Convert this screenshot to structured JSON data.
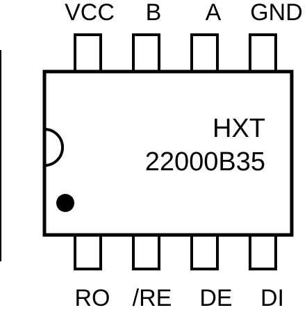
{
  "chip": {
    "marking_line1": "HXT",
    "marking_line2": "22000B35"
  },
  "top_pins": [
    "VCC",
    "B",
    "A",
    "GND"
  ],
  "bottom_pins": [
    "RO",
    "/RE",
    "DE",
    "DI"
  ],
  "colors": {
    "stroke": "#000000",
    "background": "#ffffff"
  }
}
